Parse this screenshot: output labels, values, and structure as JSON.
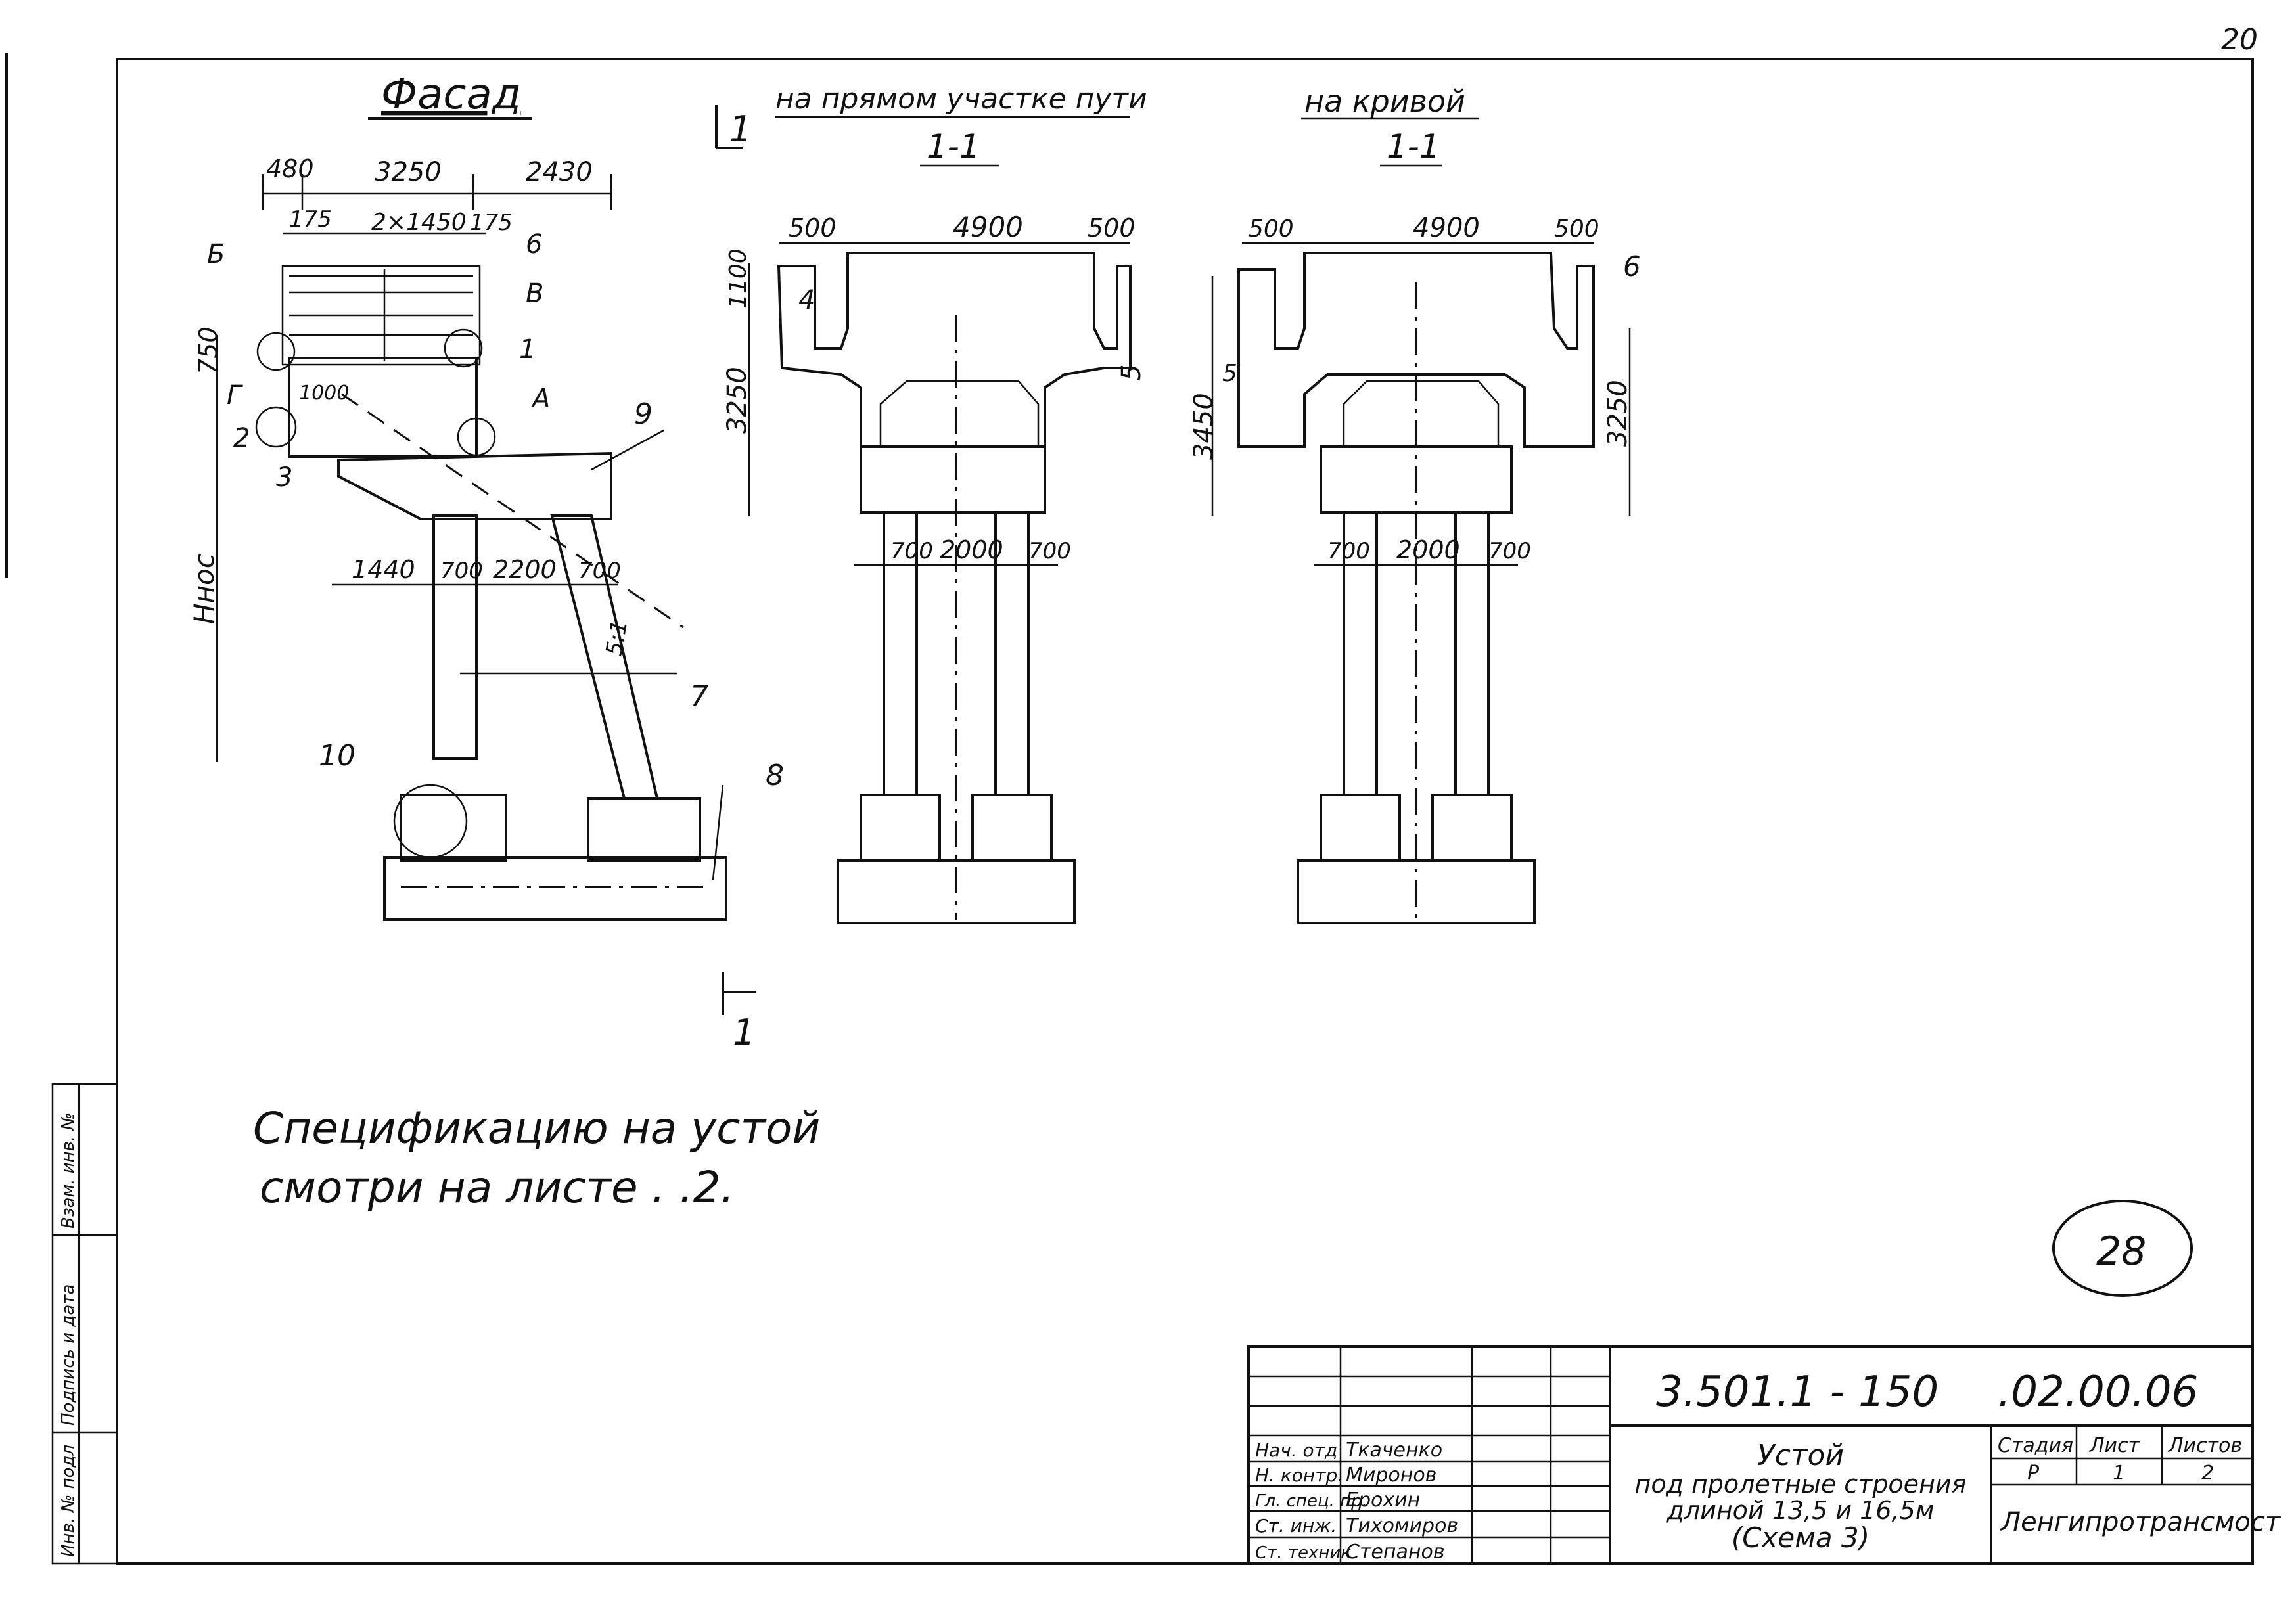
{
  "corner_mark": "20",
  "views": {
    "facade": {
      "title": "Фасад",
      "dims_top": [
        "480",
        "3250",
        "2430"
      ],
      "dims_second": [
        "175",
        "2×1450",
        "175"
      ],
      "dims_side": [
        "750",
        "1000"
      ],
      "height_label": "Hнос",
      "dims_bottom": [
        "1440",
        "700",
        "2200",
        "700"
      ],
      "slope": "5:1",
      "callouts": [
        "Б",
        "В",
        "А",
        "Г",
        "1",
        "2",
        "3",
        "6",
        "7",
        "8",
        "9",
        "10"
      ]
    },
    "straight": {
      "section_mark": "1",
      "title": "на прямом участке пути",
      "subtitle": "1-1",
      "dims_top": [
        "500",
        "4900",
        "500"
      ],
      "dims_side": [
        "1100",
        "3250"
      ],
      "dims_bottom": [
        "700",
        "2000",
        "700"
      ],
      "callouts": [
        "4",
        "5"
      ]
    },
    "curve": {
      "title": "на кривой",
      "subtitle": "1-1",
      "dims_top": [
        "500",
        "4900",
        "500"
      ],
      "dims_side": [
        "3450",
        "3250"
      ],
      "dims_bottom": [
        "700",
        "2000",
        "700"
      ],
      "callouts": [
        "5",
        "6"
      ]
    },
    "bottom_section_mark": "1"
  },
  "note": {
    "line1": "Спецификацию на устой",
    "line2": "смотри на листе . .2."
  },
  "sheet_stamp": "28",
  "left_margin": [
    "Инв. № подл",
    "Подпись и дата",
    "Взам. инв. №"
  ],
  "title_block": {
    "code": "3.501.1 - 150",
    "code_suffix": ".02.00.06",
    "roles": [
      "Нач. отд",
      "Н. контр.",
      "Гл. спец. пр.",
      "Ст. инж.",
      "Ст. техник"
    ],
    "names": [
      "Ткаченко",
      "Миронов",
      "Ерохин",
      "Тихомиров",
      "Степанов"
    ],
    "description": [
      "Устой",
      "под пролетные строения",
      "длиной 13,5 и 16,5м",
      "(Схема 3)"
    ],
    "headers": [
      "Стадия",
      "Лист",
      "Листов"
    ],
    "values": [
      "Р",
      "1",
      "2"
    ],
    "organization": "Ленгипротрансмост"
  }
}
